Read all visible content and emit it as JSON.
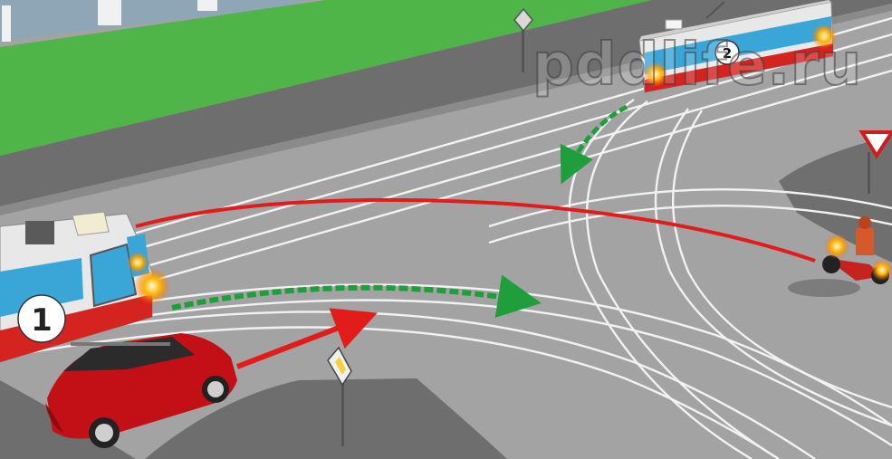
{
  "watermark": {
    "text": "pddlife.ru"
  },
  "vehicles": {
    "tram_1": {
      "number": "1"
    },
    "tram_2": {
      "number": "2"
    }
  },
  "colors": {
    "grass": "#4fb548",
    "road": "#a3a3a3",
    "sidewalk": "#6e6e6e",
    "rail": "#eeeeee",
    "red_path": "#e21b1b",
    "green_path": "#1f9e3c",
    "tram_body": "#e8e8e8",
    "tram_red": "#d52420",
    "tram_blue": "#3aa6d8",
    "car": "#c21016"
  }
}
